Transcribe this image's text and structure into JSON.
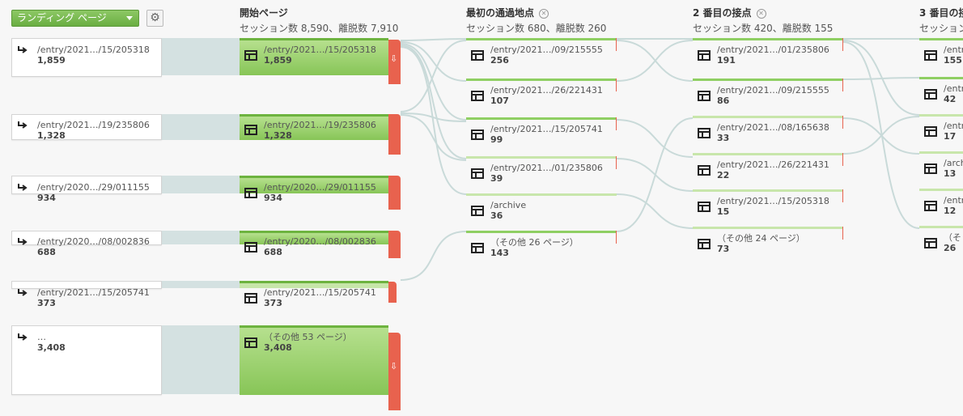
{
  "toolbar": {
    "dimension_label": "ランディング ページ",
    "settings_icon": "gear-icon"
  },
  "headers": [
    {
      "title": "開始ページ",
      "subtitle": "セッション数 8,590、離脱数 7,910"
    },
    {
      "title": "最初の通過地点",
      "subtitle": "セッション数 680、離脱数 260"
    },
    {
      "title": "2 番目の接点",
      "subtitle": "セッション数 420、離脱数 155"
    },
    {
      "title": "3 番目の接",
      "subtitle": "セッション"
    }
  ],
  "landing": [
    {
      "url": "/entry/2021…/15/205318",
      "count": "1,859"
    },
    {
      "url": "/entry/2021…/19/235806",
      "count": "1,328"
    },
    {
      "url": "/entry/2020…/29/011155",
      "count": "934"
    },
    {
      "url": "/entry/2020…/08/002836",
      "count": "688"
    },
    {
      "url": "/entry/2021…/15/205741",
      "count": "373"
    },
    {
      "url": "…",
      "count": "3,408"
    }
  ],
  "start_pages": [
    {
      "url": "/entry/2021…/15/205318",
      "count": "1,859"
    },
    {
      "url": "/entry/2021…/19/235806",
      "count": "1,328"
    },
    {
      "url": "/entry/2020…/29/011155",
      "count": "934"
    },
    {
      "url": "/entry/2020…/08/002836",
      "count": "688"
    },
    {
      "url": "/entry/2021…/15/205741",
      "count": "373"
    },
    {
      "url": "（その他 53 ページ）",
      "count": "3,408"
    }
  ],
  "first_step": [
    {
      "url": "/entry/2021…/09/215555",
      "count": "256"
    },
    {
      "url": "/entry/2021…/26/221431",
      "count": "107"
    },
    {
      "url": "/entry/2021…/15/205741",
      "count": "99"
    },
    {
      "url": "/entry/2021…/01/235806",
      "count": "39"
    },
    {
      "url": "/archive",
      "count": "36"
    },
    {
      "url": "（その他 26 ページ）",
      "count": "143"
    }
  ],
  "second_step": [
    {
      "url": "/entry/2021…/01/235806",
      "count": "191"
    },
    {
      "url": "/entry/2021…/09/215555",
      "count": "86"
    },
    {
      "url": "/entry/2021…/08/165638",
      "count": "33"
    },
    {
      "url": "/entry/2021…/26/221431",
      "count": "22"
    },
    {
      "url": "/entry/2021…/15/205318",
      "count": "15"
    },
    {
      "url": "（その他 24 ページ）",
      "count": "73"
    }
  ],
  "third_step": [
    {
      "url": "/entr",
      "count": "155"
    },
    {
      "url": "/entr",
      "count": "42"
    },
    {
      "url": "/entr",
      "count": "17"
    },
    {
      "url": "/arch",
      "count": "13"
    },
    {
      "url": "/entr",
      "count": "12"
    },
    {
      "url": "（そ",
      "count": "26"
    }
  ],
  "colors": {
    "green": "#8fcf63",
    "dropoff": "#e8624e",
    "flow": "#d3e2e2"
  }
}
